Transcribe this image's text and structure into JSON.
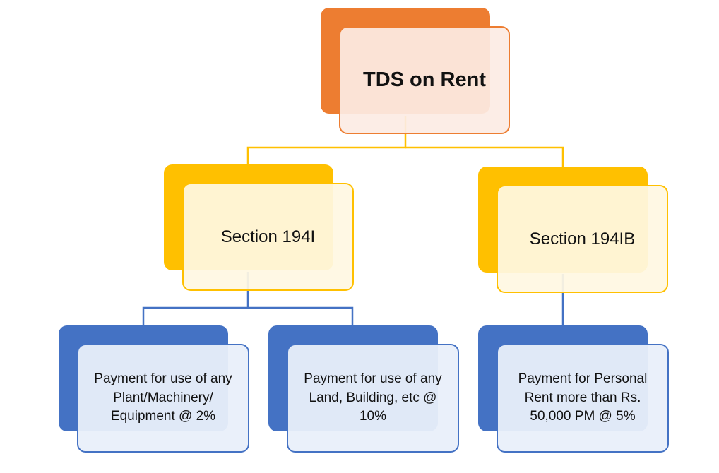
{
  "diagram": {
    "root": {
      "label": "TDS on Rent"
    },
    "sections": [
      {
        "label": "Section 194I"
      },
      {
        "label": "Section 194IB"
      }
    ],
    "leaves": [
      {
        "label": "Payment for use of any Plant/Machinery/ Equipment @ 2%"
      },
      {
        "label": "Payment for use of any Land, Building, etc @ 10%"
      },
      {
        "label": "Payment for Personal Rent more than Rs. 50,000 PM @ 5%"
      }
    ],
    "colors": {
      "root": "#ed7d31",
      "section": "#ffc000",
      "leaf": "#4472c4"
    }
  }
}
